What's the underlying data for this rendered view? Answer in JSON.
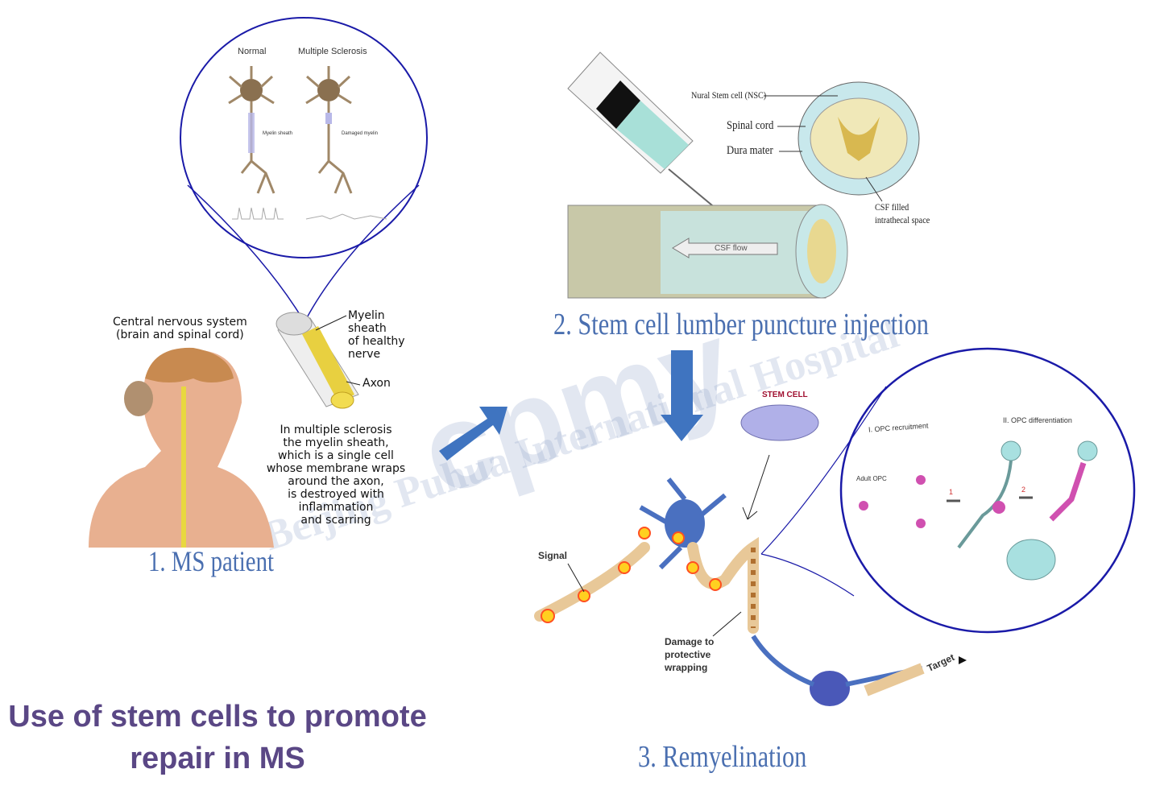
{
  "panel1": {
    "zoom_labels": {
      "normal": "Normal",
      "ms": "Multiple Sclerosis",
      "myelin_sheath": "Myelin sheath",
      "damaged_myelin": "Damaged myelin"
    },
    "cns_label": "Central nervous system\n(brain and spinal cord)",
    "myelin_label": "Myelin\nsheath\nof healthy\nnerve",
    "axon_label": "Axon",
    "description": "In multiple sclerosis\nthe myelin sheath,\nwhich is a single cell\nwhose membrane wraps\naround the axon,\nis destroyed with\ninflammation\nand scarring",
    "caption": "1. MS patient"
  },
  "panel2": {
    "nsc_label": "Nural Stem cell (NSC)",
    "spinal_cord_label": "Spinal cord",
    "dura_label": "Dura mater",
    "csf_space_label": "CSF filled\nintrathecal space",
    "csf_flow_label": "CSF flow",
    "caption": "2. Stem cell lumber puncture injection"
  },
  "panel3": {
    "stem_cell_label": "STEM CELL",
    "signal_label": "Signal",
    "damage_label": "Damage to\nprotective\nwrapping",
    "target_label": "Target",
    "opc_recruitment": "I. OPC recruitment",
    "opc_differentiation": "II. OPC differentiation",
    "adult_opc": "Adult OPC",
    "step1": "1",
    "step2": "2",
    "caption": "3. Remyelination"
  },
  "title": "Use of stem cells to promote\nrepair in MS",
  "watermark": {
    "logo": "cpmy",
    "text": "Beijing Puhua International Hospital"
  },
  "colors": {
    "caption": "#4a6fb0",
    "title": "#5a4785",
    "circle": "#1a1aa8",
    "arrow": "#3f74c0"
  }
}
